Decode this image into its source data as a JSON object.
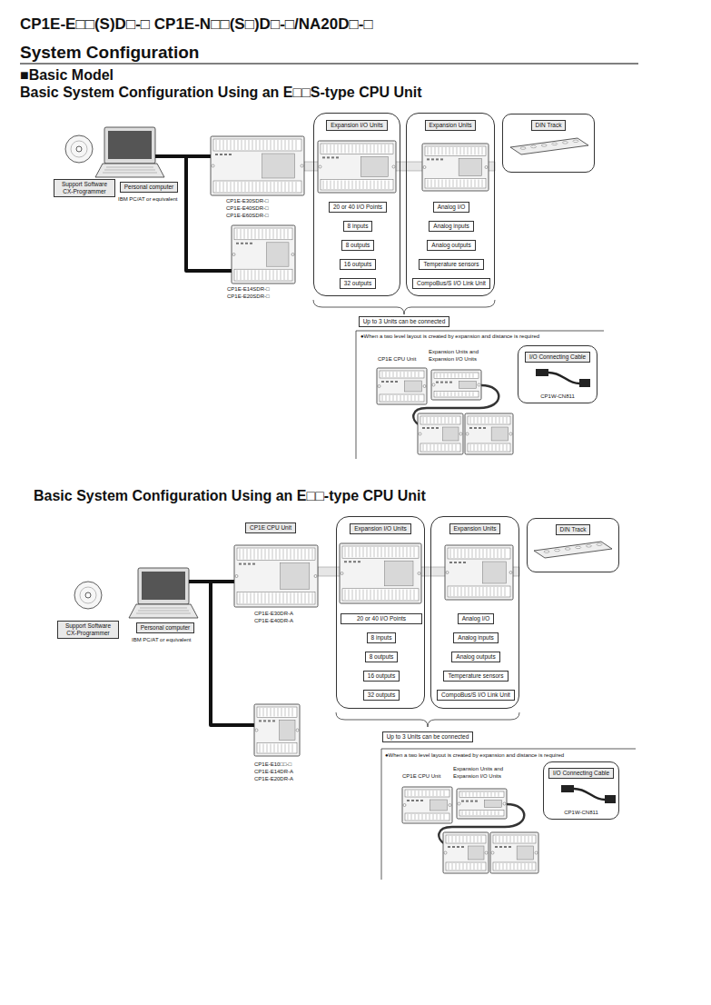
{
  "diagram": {
    "title": "CP1E-E□□(S)D□-□ CP1E-N□□(S□)D□-□/NA20D□-□",
    "nodes": [
      {
        "text": [
          "Support Software CX-Programmer"
        ]
      },
      {
        "text": [
          "Personal computer"
        ]
      },
      {
        "text": [
          "Expansion I/O Units"
        ]
      },
      {
        "text": [
          "20 or 40 I/O Points"
        ],
        "in": 2
      },
      {
        "text": [
          "8 inputs"
        ],
        "in": 2
      },
      {
        "text": [
          "8 outputs"
        ],
        "in": 2
      },
      {
        "text": [
          "16 outputs"
        ],
        "in": 2
      },
      {
        "text": [
          "32 outputs"
        ],
        "in": 2
      },
      {
        "text": [
          "Expansion Units"
        ]
      },
      {
        "text": [
          "Analog I/O"
        ],
        "in": 8
      },
      {
        "text": [
          "Analog inputs"
        ],
        "in": 8
      },
      {
        "text": [
          "Analog outputs"
        ],
        "in": 8
      },
      {
        "text": [
          "Temperature sensors"
        ],
        "in": 8
      },
      {
        "text": [
          "CompoBus/S I/O Link Unit"
        ],
        "in": 8
      },
      {
        "text": [
          "DIN Track"
        ]
      },
      {
        "text": [
          "Up to 3 Units can be connected"
        ]
      },
      {
        "text": [
          "I/O Connecting Cable",
          "CP1W-CN811"
        ]
      },
      {
        "text": [
          "CP1E CPU Unit"
        ]
      },
      {
        "text": [
          "Support Software CX-Programmer"
        ]
      },
      {
        "text": [
          "Personal computer"
        ]
      },
      {
        "text": [
          "Expansion I/O Units"
        ]
      },
      {
        "text": [
          "20 or 40 I/O Points"
        ],
        "in": 20
      },
      {
        "text": [
          "8 inputs"
        ],
        "in": 20
      },
      {
        "text": [
          "8 outputs"
        ],
        "in": 20
      },
      {
        "text": [
          "16 outputs"
        ],
        "in": 20
      },
      {
        "text": [
          "32 outputs"
        ],
        "in": 20
      },
      {
        "text": [
          "Expansion Units"
        ]
      },
      {
        "text": [
          "Analog I/O"
        ],
        "in": 26
      },
      {
        "text": [
          "Analog inputs"
        ],
        "in": 26
      },
      {
        "text": [
          "Analog outputs"
        ],
        "in": 26
      },
      {
        "text": [
          "Temperature sensors"
        ],
        "in": 26
      },
      {
        "text": [
          "CompoBus/S I/O Link Unit"
        ],
        "in": 26
      },
      {
        "text": [
          "DIN Track"
        ]
      },
      {
        "text": [
          "Up to 3 Units can be connected"
        ]
      },
      {
        "text": [
          "I/O Connecting Cable",
          "CP1W-CN811"
        ]
      }
    ],
    "labels": [
      "System Configuration",
      "■Basic Model",
      "Basic System Configuration Using an E□□S-type CPU Unit",
      "IBM PC/AT or equivalent",
      "CP1E-E30SDR-□",
      "CP1E-E40SDR-□",
      "CP1E-E60SDR-□",
      "CP1E-E14SDR-□",
      "CP1E-E20SDR-□",
      "●When a two level layout is created by expansion and distance is required",
      "CP1E CPU Unit",
      "Expansion Units and Expansion I/O Units",
      "Basic System Configuration Using an E□□-type CPU Unit",
      "IBM PC/AT or equivalent",
      "CP1E-E30DR-A",
      "CP1E-E40DR-A",
      "CP1E-E10□□-□",
      "CP1E-E14DR-A",
      "CP1E-E20DR-A",
      "●When a two level layout is created by expansion and distance is required",
      "CP1E CPU Unit",
      "Expansion Units and Expansion I/O Units"
    ]
  }
}
